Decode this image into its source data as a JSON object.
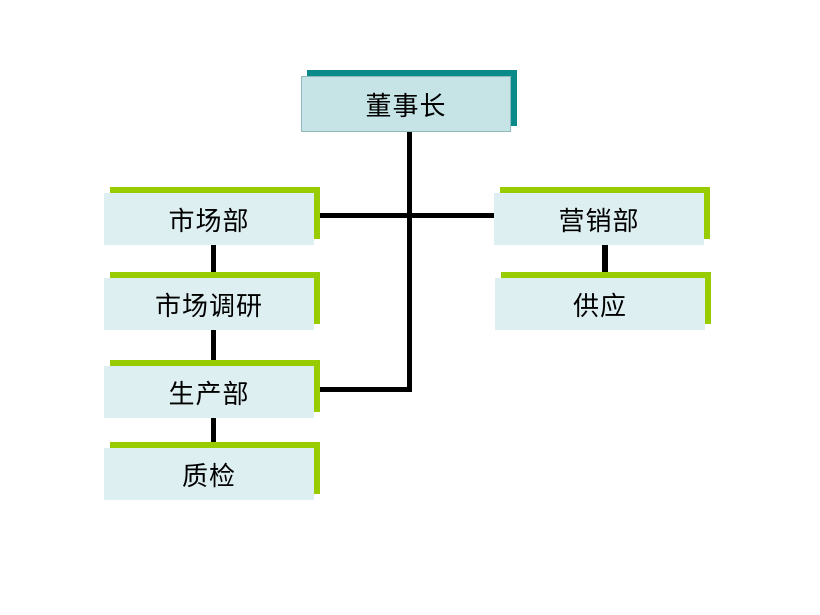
{
  "org_chart": {
    "root": {
      "label": "董事长"
    },
    "left_branch": {
      "marketing_dept": {
        "label": "市场部"
      },
      "market_research": {
        "label": "市场调研"
      },
      "production_dept": {
        "label": "生产部"
      },
      "quality_check": {
        "label": "质检"
      }
    },
    "right_branch": {
      "sales_dept": {
        "label": "营销部"
      },
      "supply": {
        "label": "供应"
      }
    }
  },
  "colors": {
    "root_face": "#c6e4e6",
    "root_shadow": "#0b8a8a",
    "node_face": "#ddeff1",
    "node_accent": "#99cc00",
    "connector": "#000000"
  }
}
